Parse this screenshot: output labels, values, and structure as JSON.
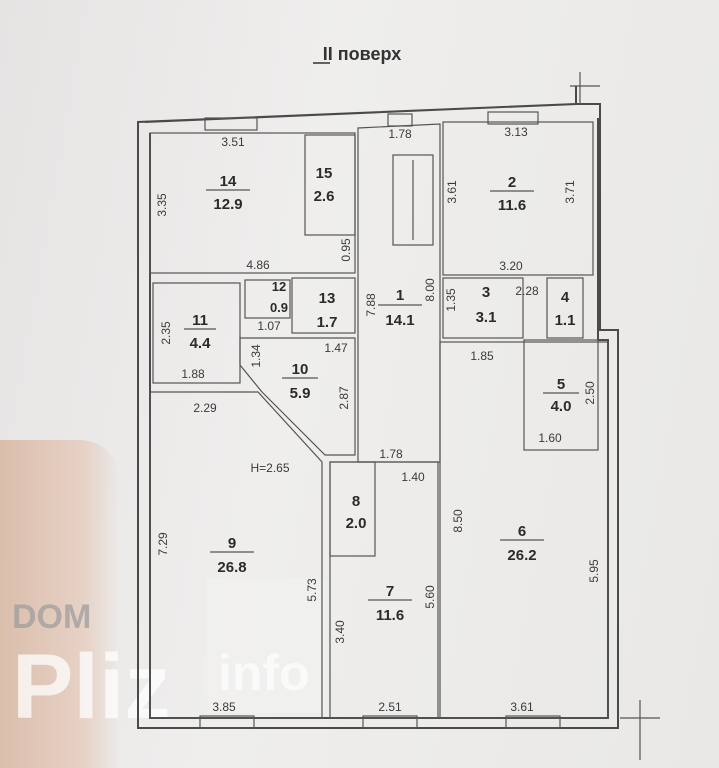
{
  "title": "II поверх",
  "ceiling_height": "H=2.65",
  "rooms": [
    {
      "number": "1",
      "area": "14.1"
    },
    {
      "number": "2",
      "area": "11.6"
    },
    {
      "number": "3",
      "area": "3.1"
    },
    {
      "number": "4",
      "area": "1.1"
    },
    {
      "number": "5",
      "area": "4.0"
    },
    {
      "number": "6",
      "area": "26.2"
    },
    {
      "number": "7",
      "area": "11.6"
    },
    {
      "number": "8",
      "area": "2.0"
    },
    {
      "number": "9",
      "area": "26.8"
    },
    {
      "number": "10",
      "area": "5.9"
    },
    {
      "number": "11",
      "area": "4.4"
    },
    {
      "number": "12",
      "area": "0.9"
    },
    {
      "number": "13",
      "area": "1.7"
    },
    {
      "number": "14",
      "area": "12.9"
    },
    {
      "number": "15",
      "area": "2.6"
    }
  ],
  "dimensions": [
    "3.51",
    "3.35",
    "4.86",
    "1.78",
    "0.95",
    "3.13",
    "3.61",
    "3.71",
    "3.20",
    "1.35",
    "2.28",
    "7.88",
    "8.00",
    "2.35",
    "1.88",
    "1.07",
    "1.34",
    "1.47",
    "2.87",
    "1.85",
    "2.50",
    "1.60",
    "2.29",
    "1.78",
    "1.40",
    "7.29",
    "5.73",
    "3.40",
    "5.60",
    "8.50",
    "5.95",
    "3.85",
    "2.51",
    "3.61"
  ],
  "watermark": {
    "top": "DOM",
    "main": "Pliz",
    "suffix": "info"
  }
}
